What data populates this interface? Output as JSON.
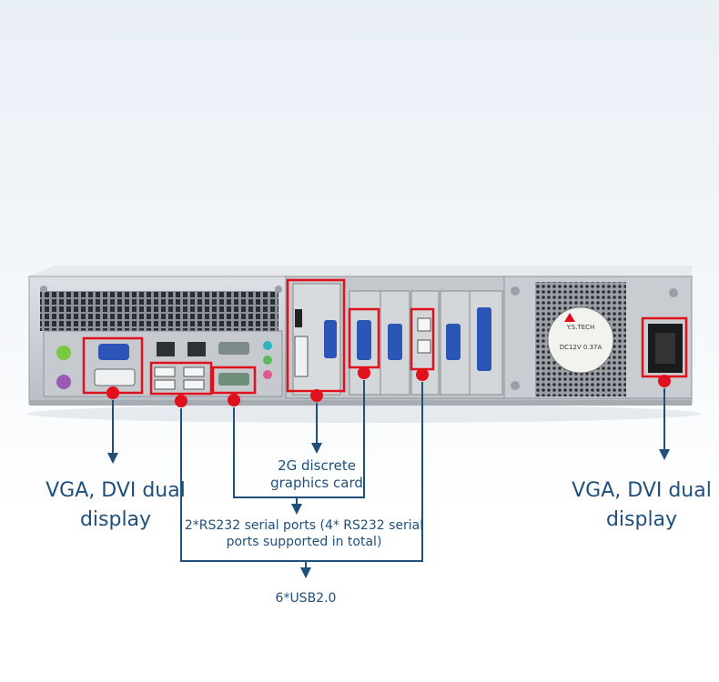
{
  "annotations": {
    "left_display": {
      "line1": "VGA, DVI dual",
      "line2": "display"
    },
    "right_display": {
      "line1": "VGA, DVI dual",
      "line2": "display"
    },
    "graphics": {
      "line1": "2G discrete",
      "line2": "graphics card"
    },
    "serial": {
      "line1": "2*RS232 serial ports (4* RS232 serial",
      "line2": "ports supported in total)"
    },
    "usb": {
      "label": "6*USB2.0"
    }
  },
  "device_markings": {
    "fan_brand": "Y.S.TECH",
    "fan_rating": "DC12V 0.37A"
  },
  "colors": {
    "highlight_red": "#e0101c",
    "annotation_blue": "#1f4f7a",
    "chassis_silver": "#cfd3d8",
    "port_blue": "#2c55b8"
  }
}
